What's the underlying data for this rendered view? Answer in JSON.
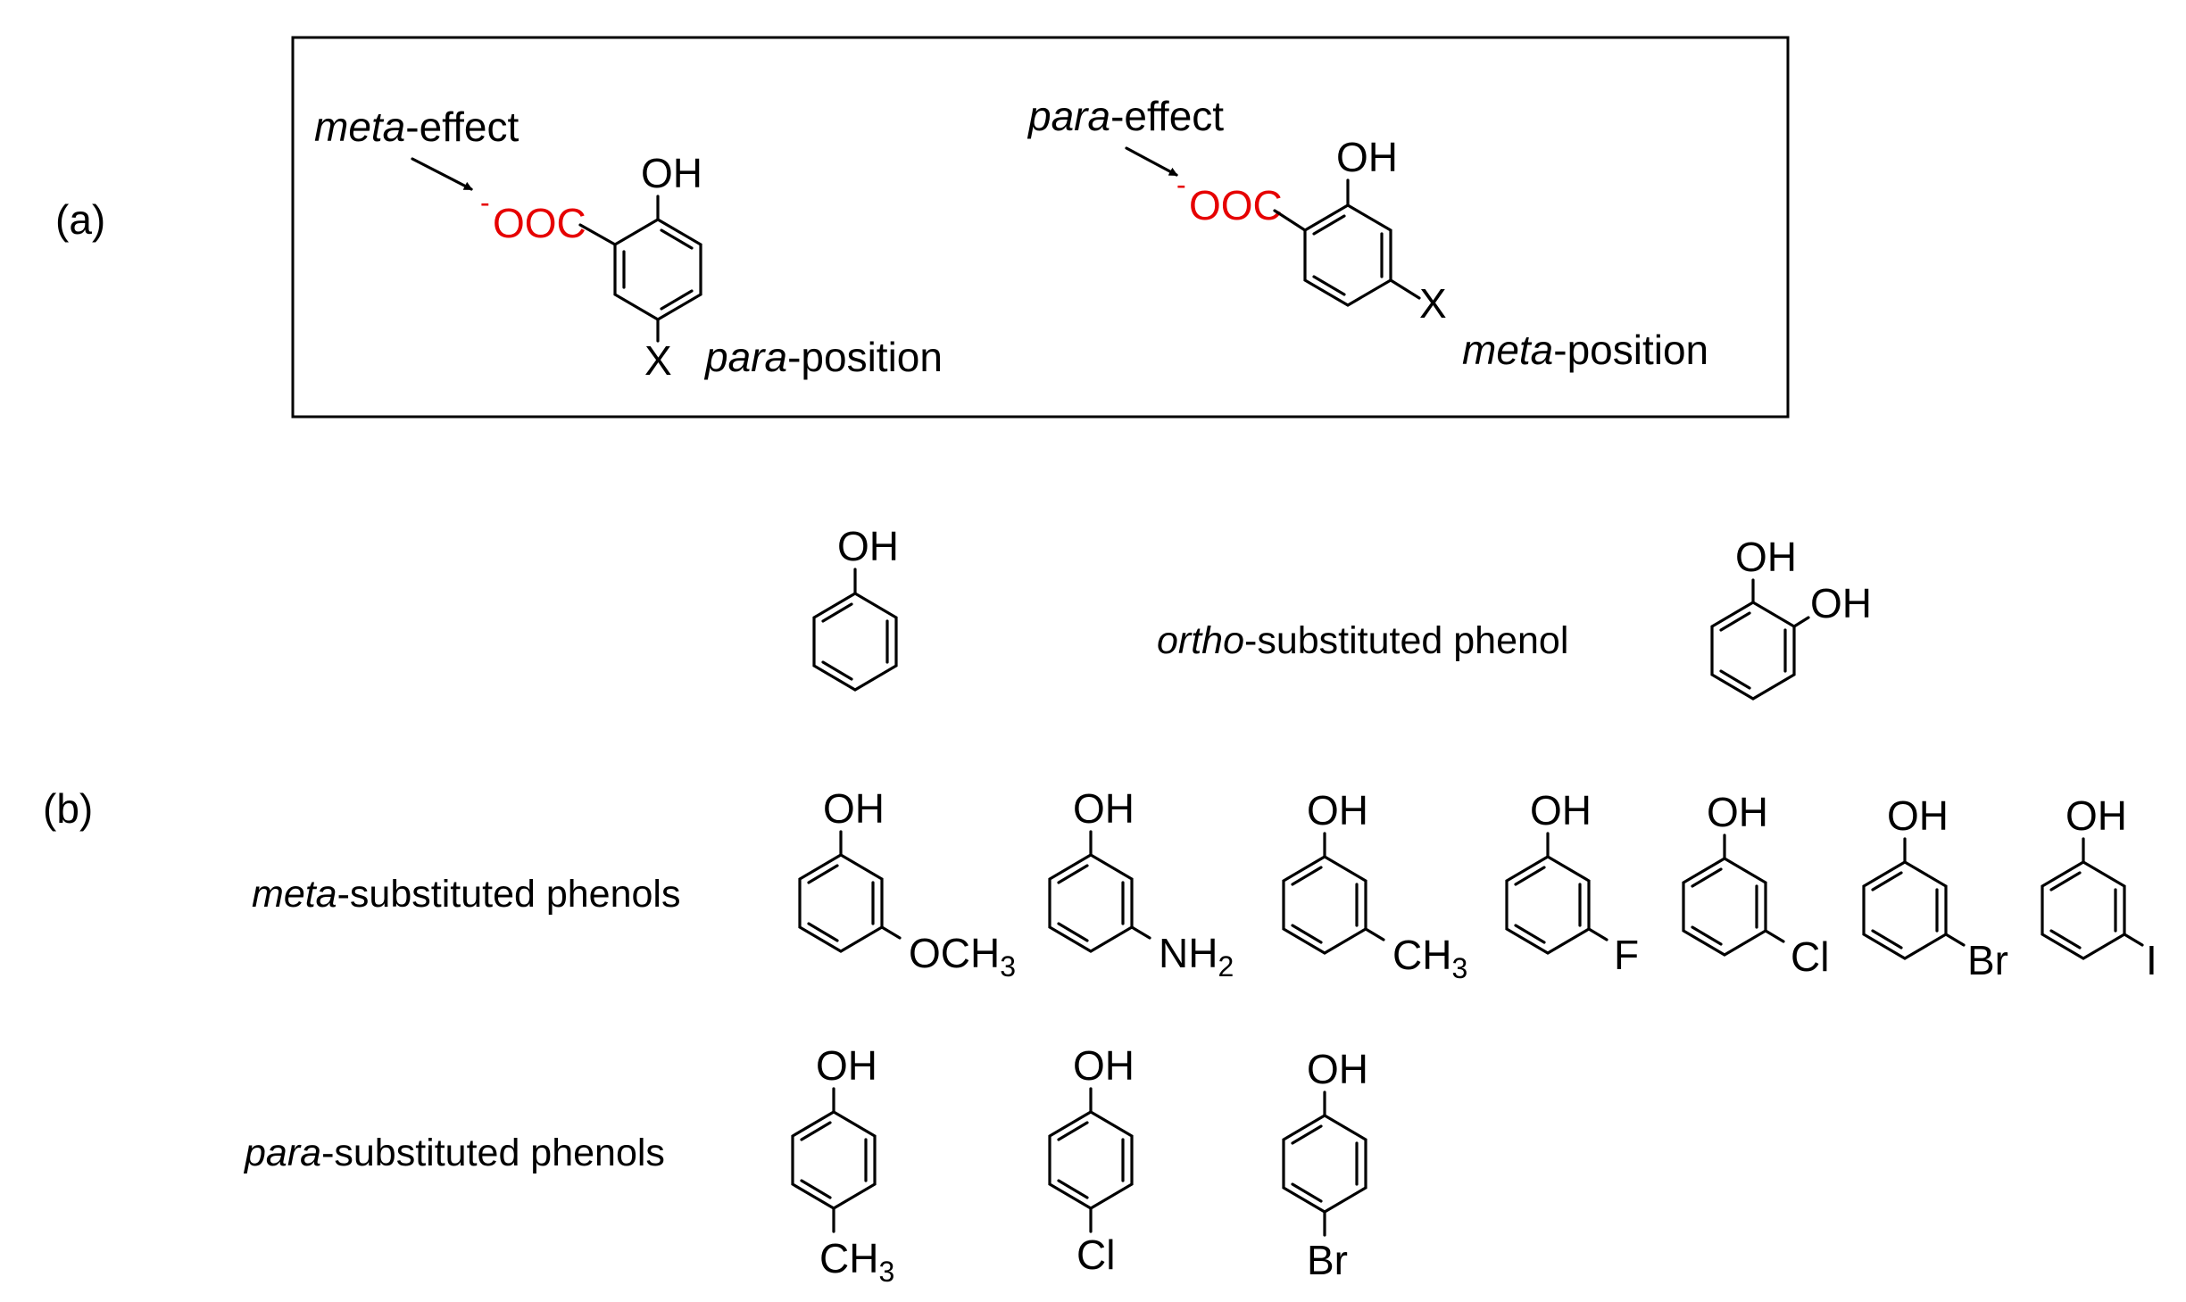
{
  "panel_a": {
    "label": "(a)",
    "left": {
      "effect_italic": "meta",
      "effect_rest": "-effect",
      "charge": "-",
      "carboxylate": "OOC",
      "oh": "OH",
      "substituent": "X",
      "position_italic": "para",
      "position_rest": "-position"
    },
    "right": {
      "effect_italic": "para",
      "effect_rest": "-effect",
      "charge": "-",
      "carboxylate": "OOC",
      "oh": "OH",
      "substituent": "X",
      "position_italic": "meta",
      "position_rest": "-position"
    }
  },
  "panel_b": {
    "label": "(b)",
    "phenol": {
      "oh": "OH"
    },
    "ortho": {
      "caption_italic": "ortho",
      "caption_rest": "-substituted phenol",
      "oh1": "OH",
      "oh2": "OH"
    },
    "meta": {
      "caption_italic": "meta",
      "caption_rest": "-substituted phenols",
      "compounds": [
        {
          "oh": "OH",
          "sub": "OCH",
          "subscript": "3"
        },
        {
          "oh": "OH",
          "sub": "NH",
          "subscript": "2"
        },
        {
          "oh": "OH",
          "sub": "CH",
          "subscript": "3"
        },
        {
          "oh": "OH",
          "sub": "F",
          "subscript": ""
        },
        {
          "oh": "OH",
          "sub": "Cl",
          "subscript": ""
        },
        {
          "oh": "OH",
          "sub": "Br",
          "subscript": ""
        },
        {
          "oh": "OH",
          "sub": "I",
          "subscript": ""
        }
      ]
    },
    "para": {
      "caption_italic": "para",
      "caption_rest": "-substituted phenols",
      "compounds": [
        {
          "oh": "OH",
          "sub": "CH",
          "subscript": "3"
        },
        {
          "oh": "OH",
          "sub": "Cl",
          "subscript": ""
        },
        {
          "oh": "OH",
          "sub": "Br",
          "subscript": ""
        }
      ]
    }
  },
  "colors": {
    "carboxylate": "#e60000",
    "ink": "#000000"
  }
}
